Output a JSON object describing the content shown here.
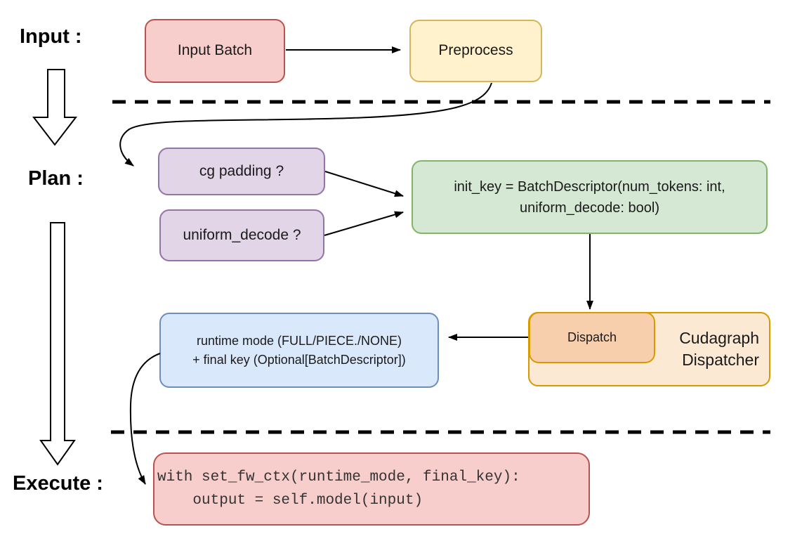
{
  "stages": {
    "input_label": "Input :",
    "plan_label": "Plan :",
    "execute_label": "Execute :"
  },
  "nodes": {
    "input_batch": {
      "label": "Input Batch",
      "fill": "#F8CECC",
      "border": "#B85450"
    },
    "preprocess": {
      "label": "Preprocess",
      "fill": "#FFF2CC",
      "border": "#D6B656"
    },
    "cg_padding": {
      "label": "cg padding ?",
      "fill": "#E1D5E7",
      "border": "#9673A6"
    },
    "uniform_decode": {
      "label": "uniform_decode ?",
      "fill": "#E1D5E7",
      "border": "#9673A6"
    },
    "init_key": {
      "line1": "init_key = BatchDescriptor(num_tokens: int,",
      "line2": "uniform_decode: bool)",
      "fill": "#D5E8D4",
      "border": "#82B366"
    },
    "dispatch": {
      "label": "Dispatch",
      "fill": "#F8CFAC",
      "border": "#D79B00"
    },
    "cudagraph_dispatcher": {
      "line1": "Cudagraph",
      "line2": "Dispatcher",
      "fill": "#FCE9D3",
      "border": "#D79B00"
    },
    "runtime_mode": {
      "line1": "runtime mode (FULL/PIECE./NONE)",
      "line2": "+ final key (Optional[BatchDescriptor])",
      "fill": "#DAE8FC",
      "border": "#6C8EBF"
    },
    "execute_code": {
      "line1": "with set_fw_ctx(runtime_mode, final_key):",
      "line2": "    output = self.model(input)",
      "fill": "#F8CECC",
      "border": "#B85450"
    }
  },
  "colors": {
    "connector": "#000000",
    "separator": "#000000",
    "flow_arrow_fill": "#ffffff"
  }
}
